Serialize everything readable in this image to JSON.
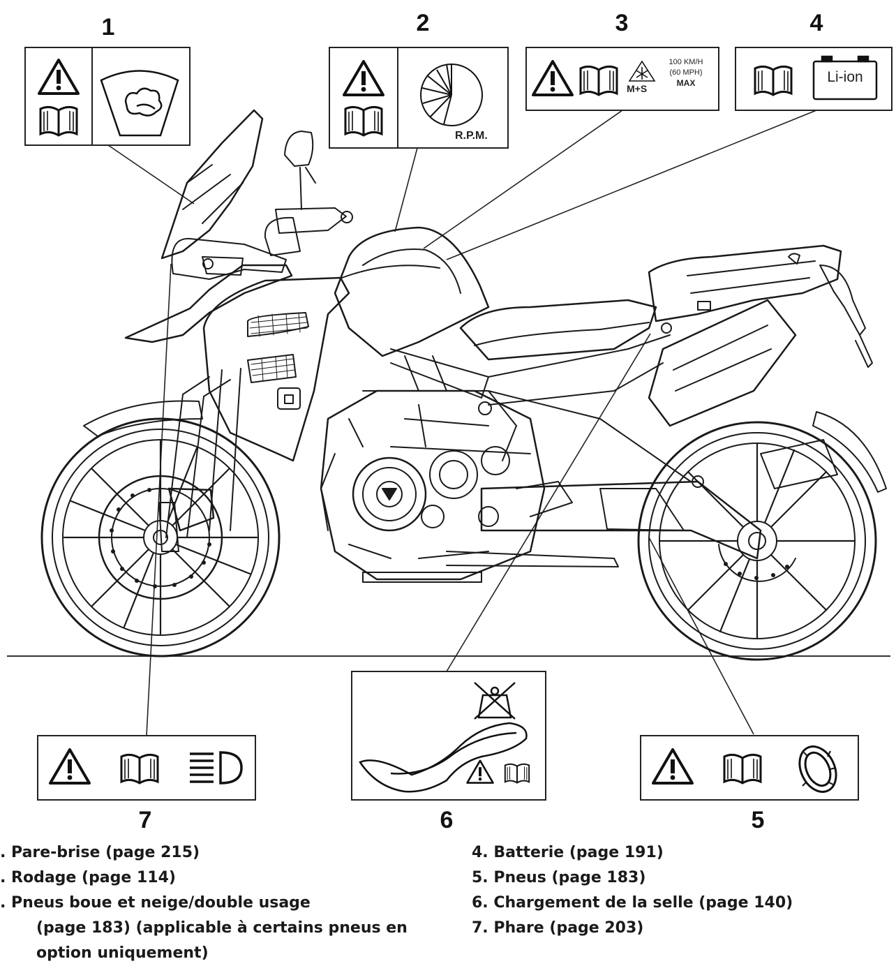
{
  "labels": [
    {
      "number": "1",
      "caption": "Pare-brise (page 215)"
    },
    {
      "number": "2",
      "caption": "Rodage (page 114)",
      "rpm_text": "R.P.M."
    },
    {
      "number": "3",
      "caption_lines": [
        "Pneus boue et neige/double usage",
        "(page 183) (applicable à certains pneus en",
        "option uniquement)"
      ],
      "speed_text": [
        "100 KM/H",
        "(60 MPH)",
        "MAX"
      ],
      "tyre_code": "M+S"
    },
    {
      "number": "4",
      "caption": "Batterie (page 191)",
      "battery_text": "Li-ion"
    },
    {
      "number": "5",
      "caption": "Pneus (page 183)"
    },
    {
      "number": "6",
      "caption": "Chargement de la selle (page 140)"
    },
    {
      "number": "7",
      "caption": "Phare (page 203)"
    }
  ],
  "legend_prefixes": [
    ". ",
    ". ",
    ". ",
    "4. ",
    "5. ",
    "6. ",
    "7. "
  ]
}
